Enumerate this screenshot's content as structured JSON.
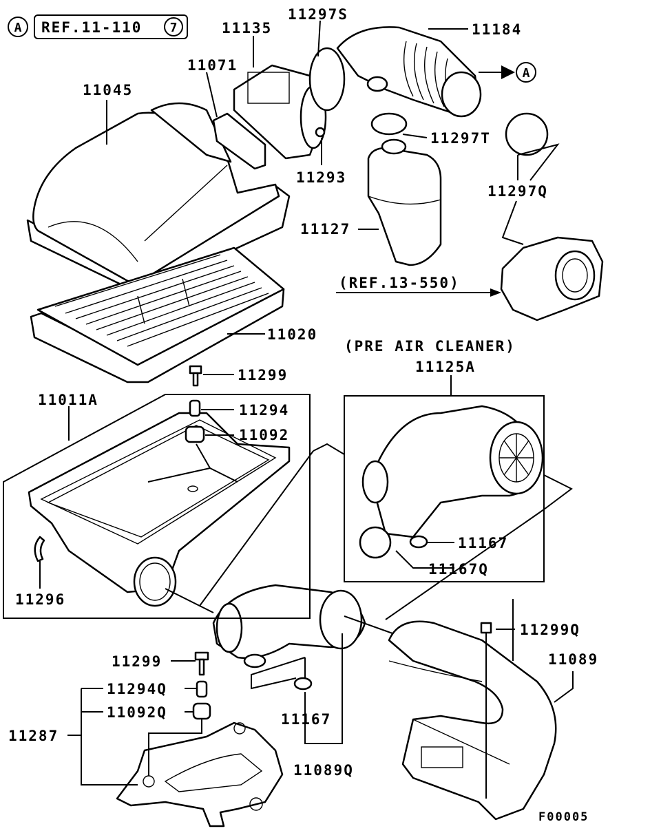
{
  "header": {
    "circle_a": "A",
    "ref_prefix": "REF.11-110",
    "ref_circled": "7"
  },
  "section_title": "(PRE AIR CLEANER)",
  "ref_13": "(REF.13-550)",
  "arrow_circle": "A",
  "figure_code": "F00005",
  "parts": {
    "p11135": "11135",
    "p11297S": "11297S",
    "p11184": "11184",
    "p11071": "11071",
    "p11045": "11045",
    "p11297T": "11297T",
    "p11293": "11293",
    "p11297Q": "11297Q",
    "p11127": "11127",
    "p11020": "11020",
    "p11125A": "11125A",
    "p11299_top": "11299",
    "p11011A": "11011A",
    "p11294": "11294",
    "p11092": "11092",
    "p11167_right": "11167",
    "p11296": "11296",
    "p11167Q": "11167Q",
    "p11299Q": "11299Q",
    "p11299_bottom": "11299",
    "p11089": "11089",
    "p11294Q": "11294Q",
    "p11092Q": "11092Q",
    "p11287": "11287",
    "p11167_bottom": "11167",
    "p11089Q": "11089Q"
  }
}
